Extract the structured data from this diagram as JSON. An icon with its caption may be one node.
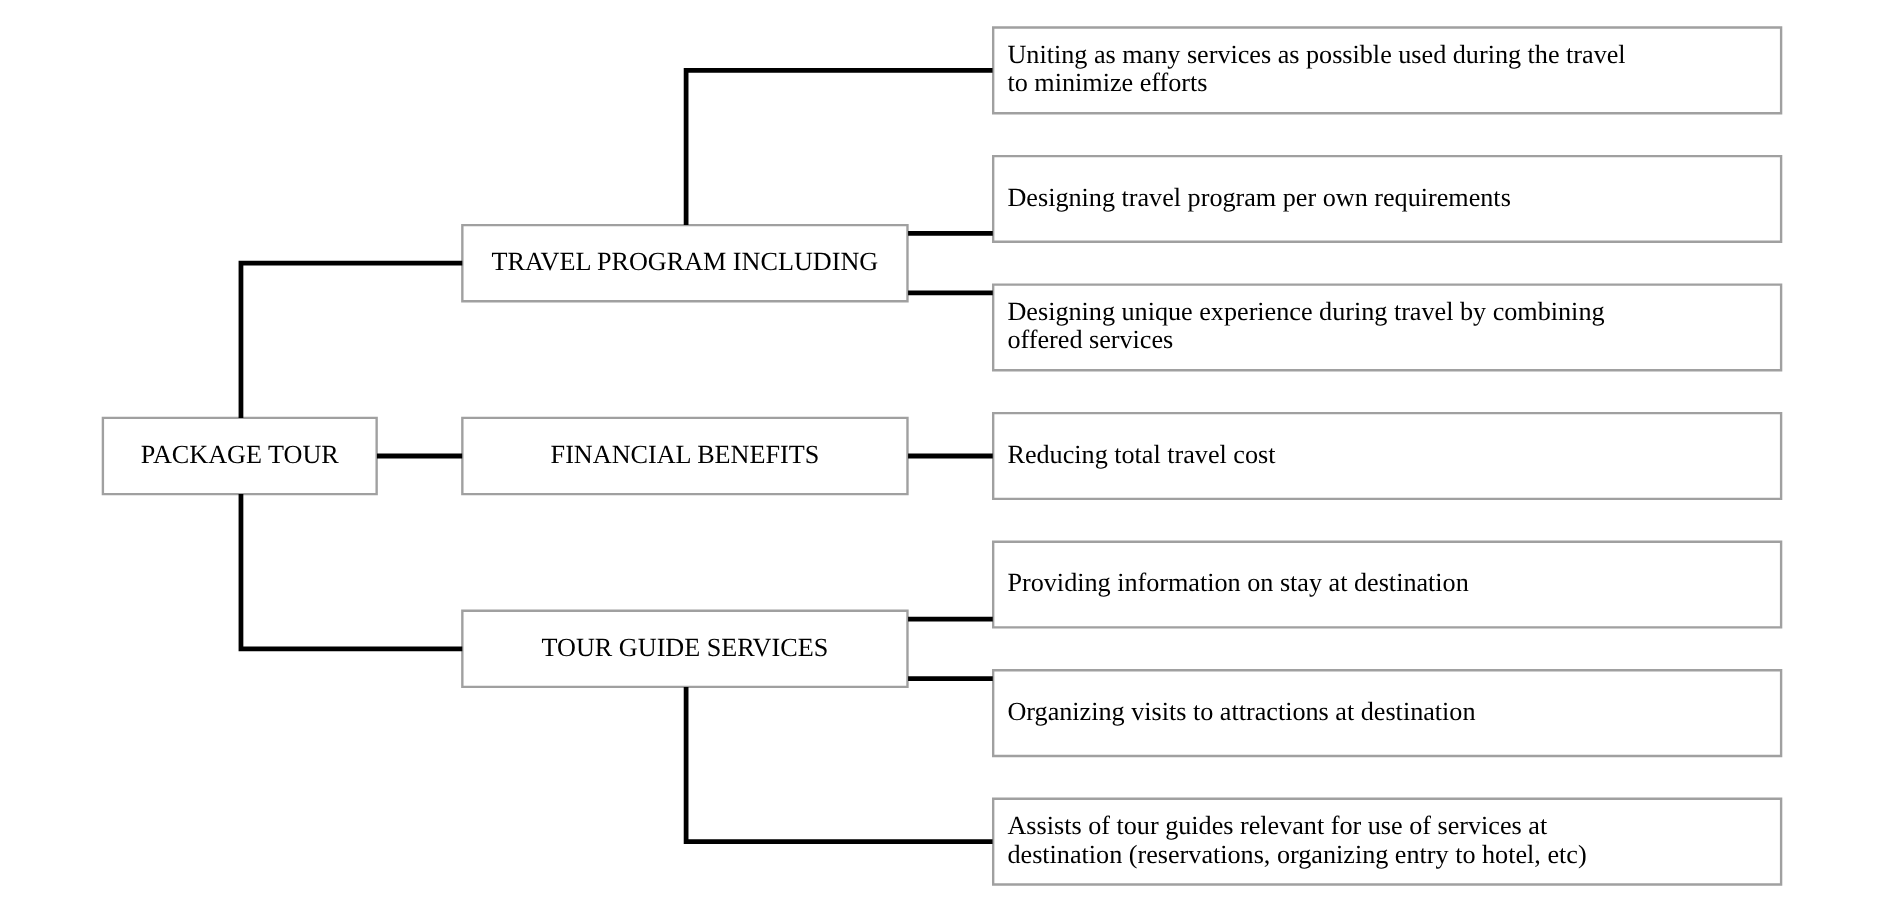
{
  "diagram": {
    "nodes": [
      {
        "text": [
          "PACKAGE TOUR"
        ]
      },
      {
        "text": [
          "TRAVEL PROGRAM INCLUDING"
        ]
      },
      {
        "text": [
          "FINANCIAL BENEFITS"
        ]
      },
      {
        "text": [
          "TOUR GUIDE SERVICES"
        ]
      },
      {
        "text": [
          "Uniting as many services as possible used during the travel to minimize efforts"
        ]
      },
      {
        "text": [
          "Designing travel program per own requirements"
        ]
      },
      {
        "text": [
          "Designing unique experience during travel by combining offered services"
        ]
      },
      {
        "text": [
          "Reducing total travel cost"
        ]
      },
      {
        "text": [
          "Providing information on stay at destination"
        ]
      },
      {
        "text": [
          "Organizing visits to attractions at destination"
        ]
      },
      {
        "text": [
          "Assists of tour guides relevant for use of services at destination (reservations, organizing entry to hotel, etc)"
        ]
      }
    ],
    "edges": [
      {
        "from": 0,
        "to": 1,
        "arrow": "none"
      },
      {
        "from": 0,
        "to": 2,
        "arrow": "none"
      },
      {
        "from": 0,
        "to": 3,
        "arrow": "none"
      },
      {
        "from": 1,
        "to": 4,
        "arrow": "none"
      },
      {
        "from": 1,
        "to": 5,
        "arrow": "none"
      },
      {
        "from": 1,
        "to": 6,
        "arrow": "none"
      },
      {
        "from": 2,
        "to": 7,
        "arrow": "none"
      },
      {
        "from": 3,
        "to": 8,
        "arrow": "none"
      },
      {
        "from": 3,
        "to": 9,
        "arrow": "none"
      },
      {
        "from": 3,
        "to": 10,
        "arrow": "none"
      }
    ]
  }
}
